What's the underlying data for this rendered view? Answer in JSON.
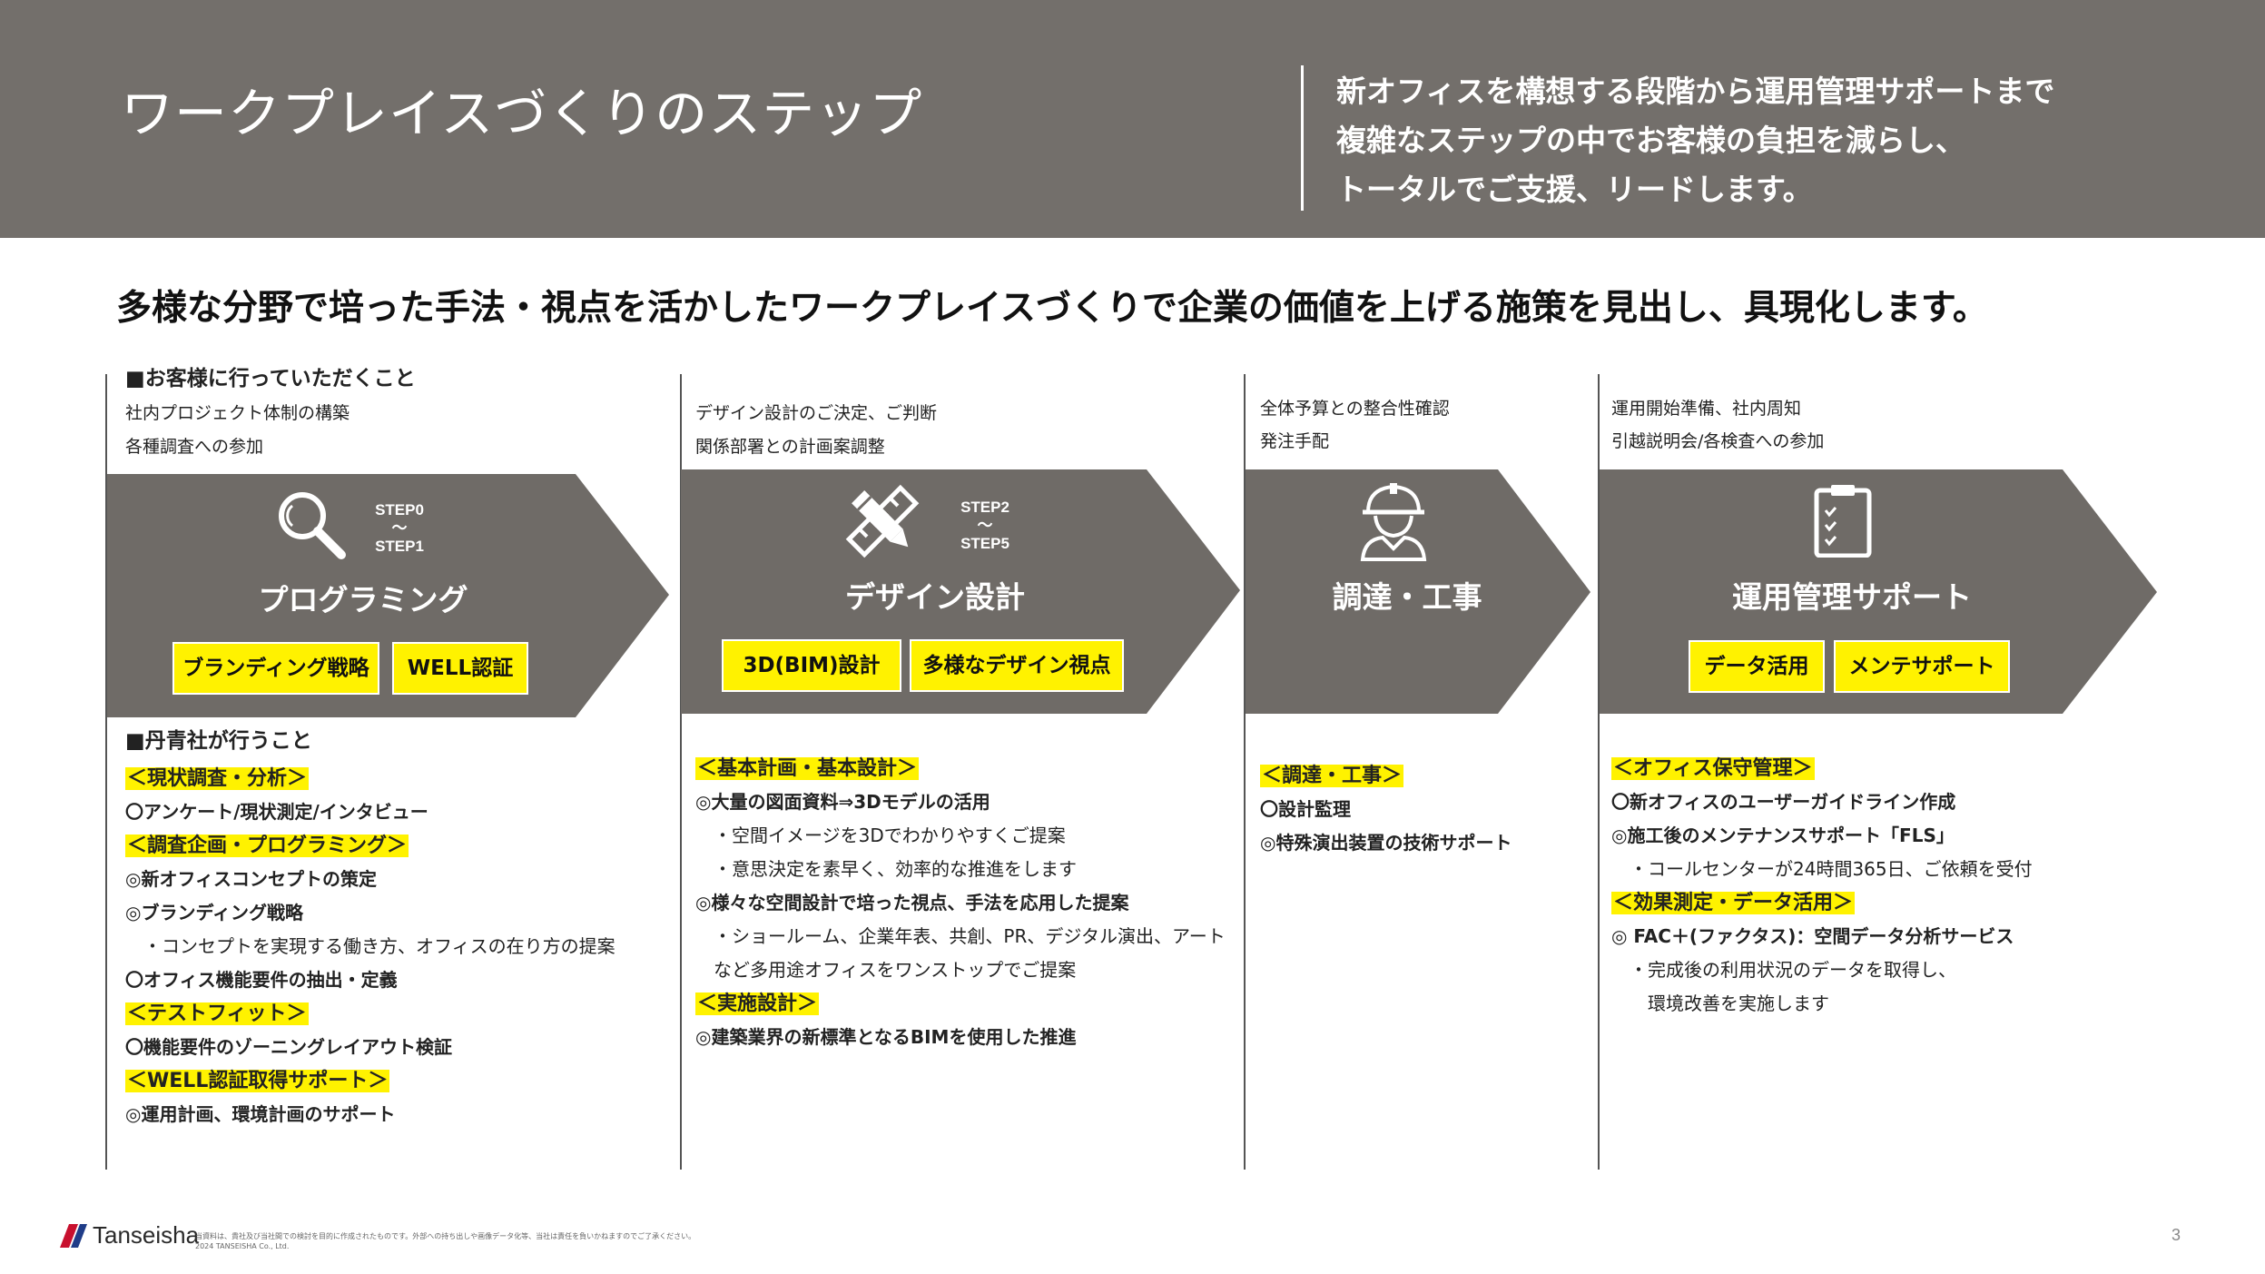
{
  "header": {
    "title": "ワークプレイスづくりのステップ",
    "desc": [
      "新オフィスを構想する段階から運用管理サポートまで",
      "複雑なステップの中でお客様の負担を減らし、",
      "トータルでご支援、リードします。"
    ]
  },
  "headline": "多様な分野で培った手法・視点を活かしたワークプレイスづくりで企業の価値を上げる施策を見出し、具現化します。",
  "colors": {
    "header_bg": "#736f6b",
    "chevron": "#6f6b67",
    "highlight": "#fff200"
  },
  "steps": [
    {
      "client_heading": "■お客様に行っていただくこと",
      "client_items": [
        "社内プロジェクト体制の構築",
        "各種調査への参加"
      ],
      "icon": "magnifier-icon",
      "step_range": [
        "STEP0",
        "〜",
        "STEP1"
      ],
      "title": "プログラミング",
      "tags": [
        "ブランディング戦略",
        "WELL認証"
      ],
      "company_heading": "■丹青社が行うこと",
      "lines": [
        {
          "t": "h",
          "text": "＜現状調査・分析＞"
        },
        {
          "t": "n",
          "text": "〇アンケート/現状測定/インタビュー"
        },
        {
          "t": "h",
          "text": "＜調査企画・プログラミング＞"
        },
        {
          "t": "n",
          "text": "◎新オフィスコンセプトの策定"
        },
        {
          "t": "n",
          "text": "◎ブランディング戦略"
        },
        {
          "t": "s",
          "text": "　・コンセプトを実現する働き方、オフィスの在り方の提案"
        },
        {
          "t": "n",
          "text": "〇オフィス機能要件の抽出・定義"
        },
        {
          "t": "h",
          "text": "＜テストフィット＞"
        },
        {
          "t": "n",
          "text": "〇機能要件のゾーニングレイアウト検証"
        },
        {
          "t": "h",
          "text": "＜WELL認証取得サポート＞"
        },
        {
          "t": "n",
          "text": "◎運用計画、環境計画のサポート"
        }
      ]
    },
    {
      "client_items": [
        "デザイン設計のご決定、ご判断",
        "関係部署との計画案調整"
      ],
      "icon": "pencil-ruler-icon",
      "step_range": [
        "STEP2",
        "〜",
        "STEP5"
      ],
      "title": "デザイン設計",
      "tags": [
        "3D(BIM)設計",
        "多様なデザイン視点"
      ],
      "lines": [
        {
          "t": "h",
          "text": "＜基本計画・基本設計＞"
        },
        {
          "t": "n",
          "text": "◎大量の図面資料⇒3Dモデルの活用"
        },
        {
          "t": "s",
          "text": "　・空間イメージを3Dでわかりやすくご提案"
        },
        {
          "t": "s",
          "text": "　・意思決定を素早く、効率的な推進をします"
        },
        {
          "t": "n",
          "text": "◎様々な空間設計で培った視点、手法を応用した提案"
        },
        {
          "t": "s",
          "text": "　・ショールーム、企業年表、共創、PR、デジタル演出、アート"
        },
        {
          "t": "s",
          "text": "　など多用途オフィスをワンストップでご提案"
        },
        {
          "t": "h",
          "text": "＜実施設計＞"
        },
        {
          "t": "n",
          "text": "◎建築業界の新標準となるBIMを使用した推進"
        }
      ]
    },
    {
      "client_items": [
        "全体予算との整合性確認",
        "発注手配"
      ],
      "icon": "construction-worker-icon",
      "title": "調達・工事",
      "lines": [
        {
          "t": "h",
          "text": "＜調達・工事＞"
        },
        {
          "t": "n",
          "text": "〇設計監理"
        },
        {
          "t": "n",
          "text": "◎特殊演出装置の技術サポート"
        }
      ]
    },
    {
      "client_items": [
        "運用開始準備、社内周知",
        "引越説明会/各検査への参加"
      ],
      "icon": "clipboard-check-icon",
      "title": "運用管理サポート",
      "tags": [
        "データ活用",
        "メンテサポート"
      ],
      "lines": [
        {
          "t": "h",
          "text": "＜オフィス保守管理＞"
        },
        {
          "t": "n",
          "text": "〇新オフィスのユーザーガイドライン作成"
        },
        {
          "t": "n",
          "text": "◎施工後のメンテナンスサポート「FLS」"
        },
        {
          "t": "s",
          "text": "　・コールセンターが24時間365日、ご依頼を受付"
        },
        {
          "t": "h",
          "text": "＜効果測定・データ活用＞"
        },
        {
          "t": "n",
          "text": "◎ FAC＋(ファクタス)：空間データ分析サービス"
        },
        {
          "t": "s",
          "text": "　・完成後の利用状況のデータを取得し、"
        },
        {
          "t": "s",
          "text": "　　環境改善を実施します"
        }
      ]
    }
  ],
  "footer": {
    "logo": "Tanseisha",
    "note_1": "当資料は、貴社及び当社間での検討を目的に作成されたものです。外部への持ち出しや画像データ化等、当社は責任を負いかねますのでご了承ください。",
    "note_2": "2024 TANSEISHA Co., Ltd.",
    "page": "3"
  }
}
